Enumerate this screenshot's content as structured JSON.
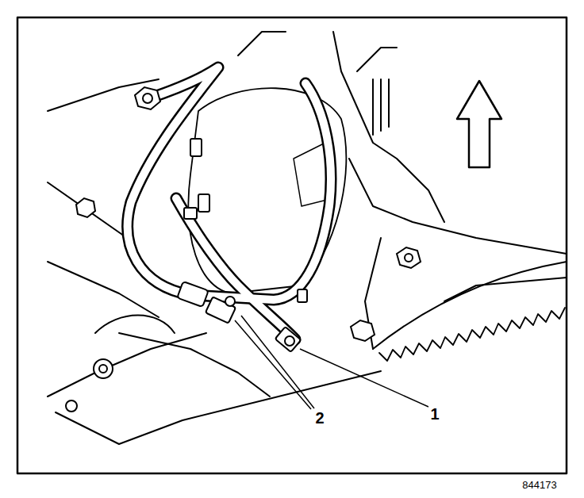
{
  "diagram": {
    "labels": [
      "2",
      "1",
      "844173"
    ]
  }
}
